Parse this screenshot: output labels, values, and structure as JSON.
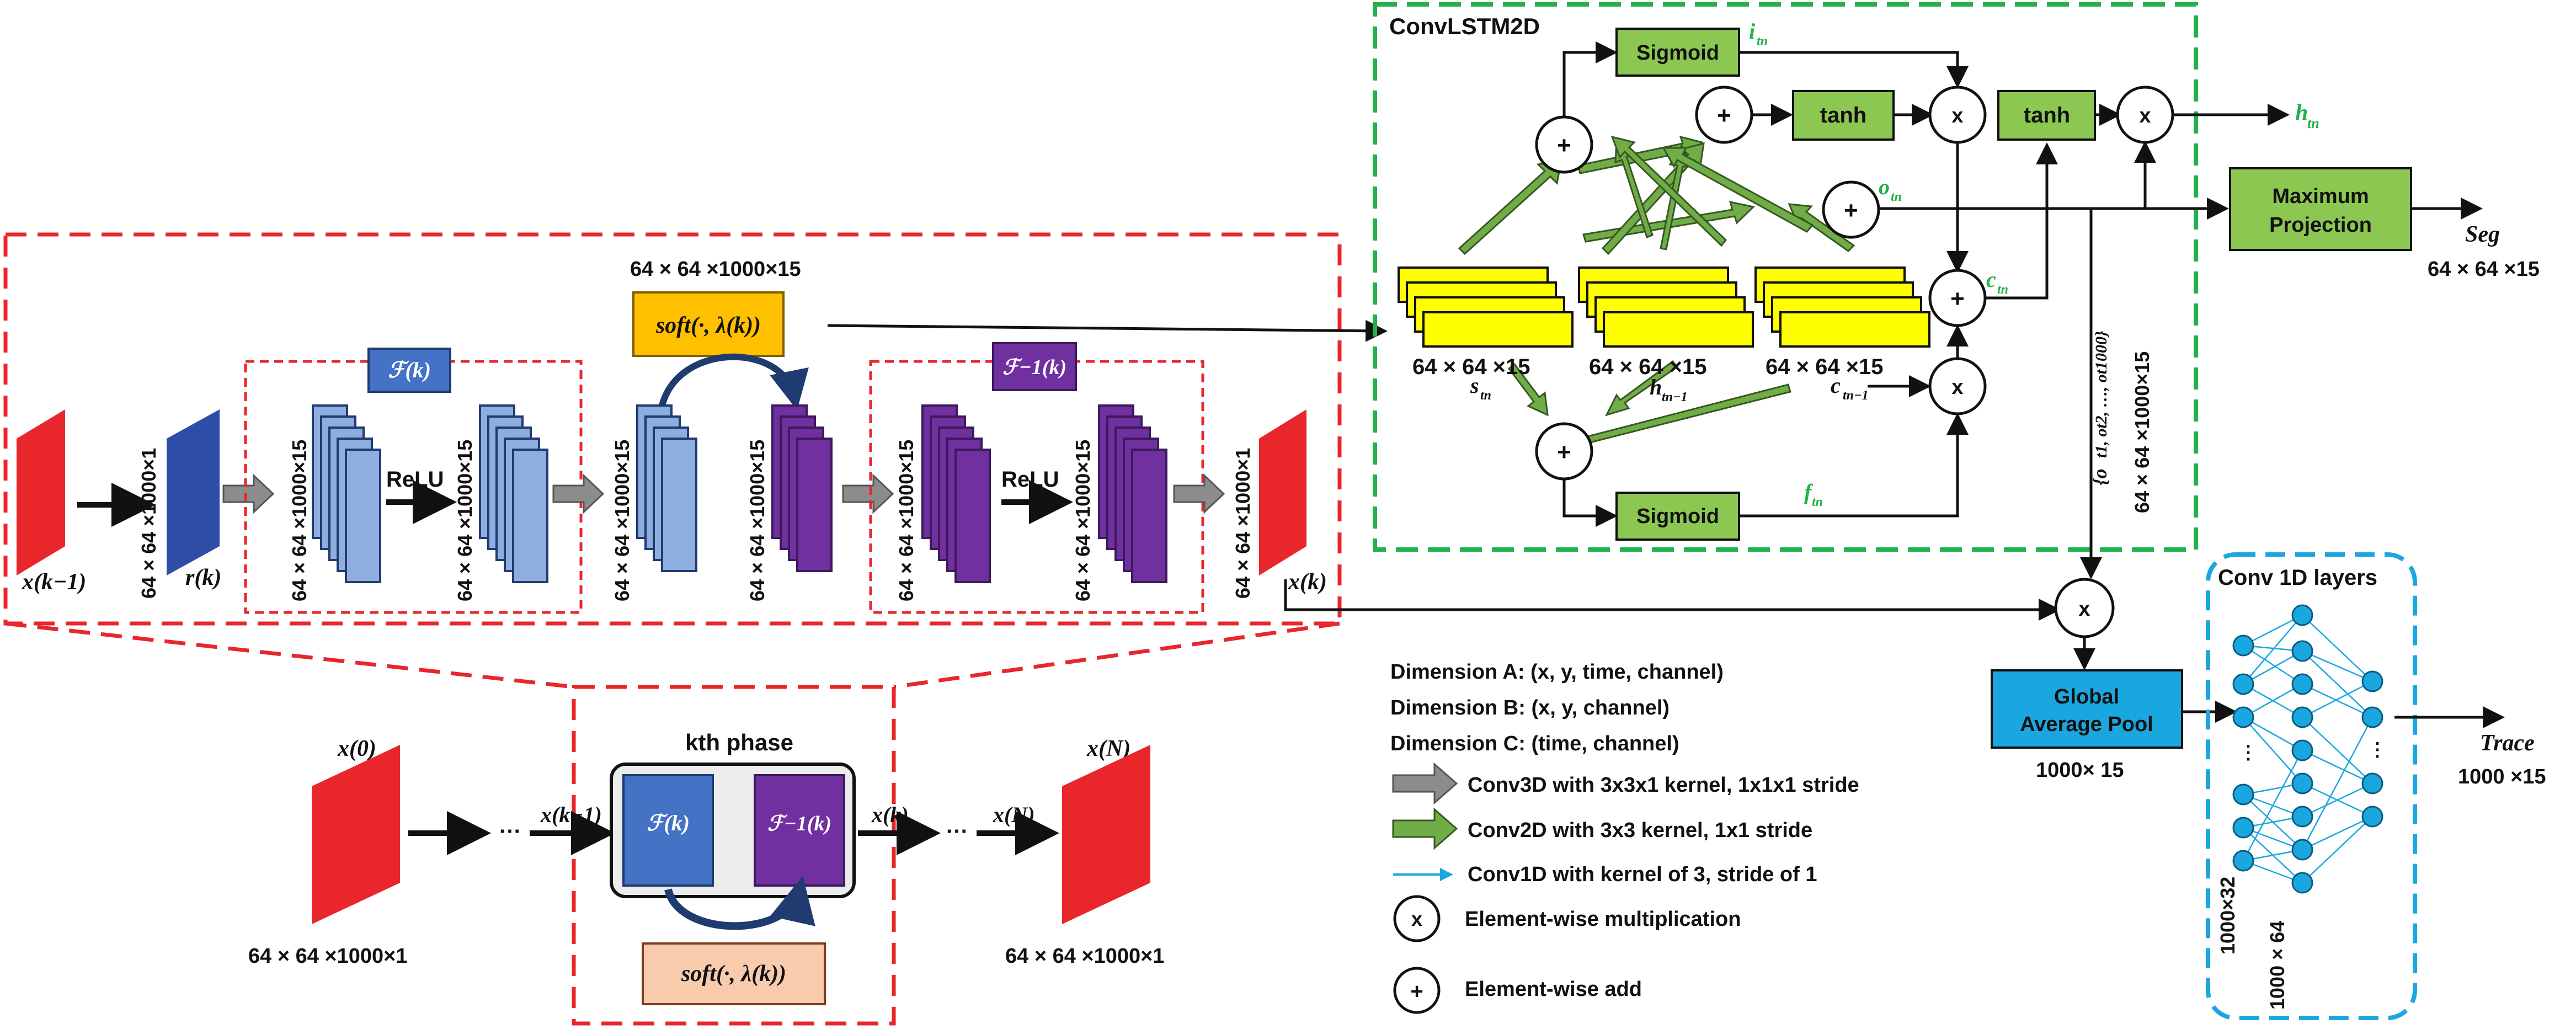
{
  "convlstm": {
    "title": "ConvLSTM2D",
    "sigmoid_top": "Sigmoid",
    "sigmoid_bottom": "Sigmoid",
    "tanh_1": "tanh",
    "tanh_2": "tanh",
    "max_proj": "Maximum Projection",
    "i_label": "i",
    "o_label": "o",
    "c_label": "c",
    "f_label": "f",
    "h_label": "h",
    "sub_tn": "tn",
    "s_label": "s",
    "h_prev": "h",
    "c_prev": "c",
    "sub_prev": "tn−1",
    "stack_dims": "64 × 64 ×15",
    "seg": "Seg",
    "seg_dims": "64 × 64 ×15",
    "o_seq": "{o",
    "o_seq_rest": "t1, ot2, …, ot1000}",
    "o_seq_dims": "64 × 64 ×1000×15"
  },
  "phase": {
    "soft_label": "soft(·, λ(k))",
    "soft_dims": "64 × 64 ×1000×15",
    "F_label": "ℱ(k)",
    "Finv_label": "ℱ−1(k)",
    "relu_1": "ReLU",
    "relu_2": "ReLU",
    "x_prev": "x(k−1)",
    "r_label": "r(k)",
    "x_k": "x(k)",
    "dim_1": "64 × 64 ×1000×1",
    "dim_2": "64 × 64 ×1000×15",
    "dim_3": "64 × 64 ×1000×15",
    "dim_4": "64 × 64 ×1000×15",
    "dim_5": "64 × 64 ×1000×15",
    "dim_6": "64 × 64 ×1000×15",
    "dim_7": "64 × 64 ×1000×15",
    "dim_8": "64 × 64 ×1000×1"
  },
  "unrolled": {
    "x0": "x(0)",
    "xN": "x(N)",
    "x0_dims": "64 × 64 ×1000×1",
    "xN_dims": "64 × 64 ×1000×1",
    "phase_title": "kth phase",
    "x_km1": "x(k−1)",
    "x_k": "x(k)",
    "x_N": "x(N)",
    "dots": "···",
    "F_label": "ℱ(k)",
    "Finv_label": "ℱ−1(k)",
    "soft_label": "soft(·, λ(k))"
  },
  "gap": {
    "label_1": "Global",
    "label_2": "Average Pool",
    "dims": "1000× 15"
  },
  "conv1d": {
    "title": "Conv 1D layers",
    "dim_a": "1000×32",
    "dim_b": "1000 × 64",
    "trace": "Trace",
    "trace_dims": "1000 ×15"
  },
  "legend": {
    "dim_a": "Dimension A: (x, y, time, channel)",
    "dim_b": "Dimension B: (x, y, channel)",
    "dim_c": "Dimension C: (time, channel)",
    "conv3d": "Conv3D with 3x3x1 kernel, 1x1x1 stride",
    "conv2d": "Conv2D with 3x3 kernel, 1x1 stride",
    "conv1d": "Conv1D with kernel of 3,  stride of 1",
    "mult": "Element-wise multiplication",
    "add": "Element-wise add",
    "x_sym": "x",
    "plus_sym": "+"
  },
  "colors": {
    "red": "#e8262b",
    "blue_dark": "#2e4da6",
    "blue_light": "#8eaee0",
    "purple": "#7030a0",
    "yellow": "#ffff00",
    "green": "#8cc751",
    "cyan": "#1aa7e0",
    "orange": "#ffc000",
    "peach": "#f8cbad",
    "dashed_red": "#e8262b",
    "dashed_green": "#22b14c",
    "dashed_cyan": "#1aa7e0"
  }
}
